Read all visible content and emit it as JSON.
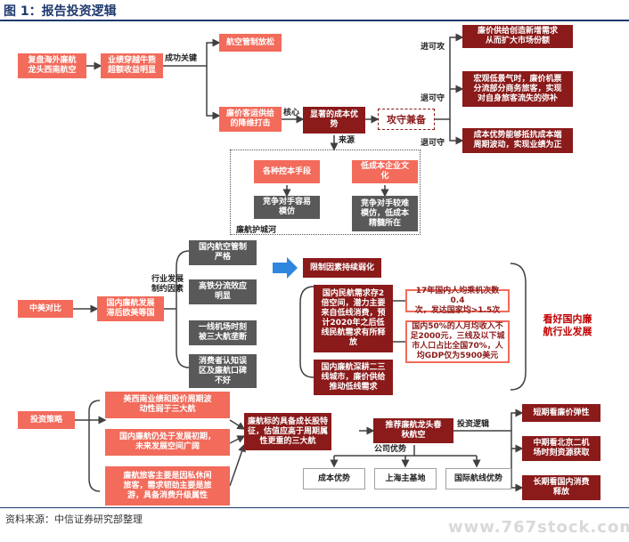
{
  "title": "图 1：报告投资逻辑",
  "source": "资料来源：中信证券研究部整理",
  "watermark": "www.767stock.com",
  "section1": {
    "start": "复盘海外廉航\n龙头西南航空",
    "surpass": "业绩穿越牛熊\n超额收益明显",
    "success_key": "成功关键",
    "aviation_relax": "航空管制放松",
    "low_price": "廉价客运供给\n的降维打击",
    "core": "核心",
    "cost_advantage": "显著的成本优\n势",
    "attack_defense": "攻守兼备",
    "source_label": "来源",
    "cost_means": "各种控本手段",
    "low_cost_culture": "低成本企业文\n化",
    "easy_imitate": "竞争对手容易\n模仿",
    "hard_imitate": "竞争对手较难\n模仿，低成本\n精髓所在",
    "moat": "廉航护城河",
    "attack_label": "进可攻",
    "retreat_label_1": "退可守",
    "retreat_label_2": "退可守",
    "outcome_1": "廉价供给创造新增需求\n从而扩大市场份额",
    "outcome_2": "宏观低景气时，廉价机票\n分流部分商务旅客，实现\n对自身旅客流失的弥补",
    "outcome_3": "成本优势能够抵抗成本端\n周期波动，实现业绩为正"
  },
  "section2": {
    "compare": "中美对比",
    "domestic_lag": "国内廉航发展\n滞后欧美等国",
    "restrict_label": "行业发展\n制约因素",
    "factors": [
      "国内航空管制\n严格",
      "高铁分流效应\n明显",
      "一线机场时刻\n被三大航垄断",
      "消费者认知误\n区及廉航口碑\n不好"
    ],
    "weakening": "限制因素持续弱化",
    "demand": "国内民航需求存2\n倍空间，潜力主要\n来自低线消费，预\n计2020年之后低\n线民航需求有所释\n放",
    "penetrate": "国内廉航深耕二三\n线城市，廉价供给\n推动低线需求",
    "stat_1": "17年国内人均乘机次数0.4\n次，发达国家均>1.5次",
    "stat_2": "国内50%的人月均收入不\n足2000元，三线及以下城\n市人口占比全国70%，人\n均GDP仅为5900美元",
    "conclusion": "看好国内廉\n航行业发展"
  },
  "section3": {
    "strategy": "投资策略",
    "point_1": "美西南业绩和股价周期波\n动性弱于三大航",
    "point_2": "国内廉航仍处于发展初期，\n未来发展空间广阔",
    "point_3": "廉航旅客主要是因私休闲\n旅客，需求韧劲主要是旅\n游，具备消费升级属性",
    "summary": "廉航标的具备成长股特\n征，估值应高于周期属\n性更重的三大航",
    "recommend": "推荐廉航龙头春\n秋航空",
    "logic_label": "投资逻辑",
    "company_label": "公司优势",
    "advantages": [
      "成本优势",
      "上海主基地",
      "国际航线优势"
    ],
    "horizons": [
      "短期看廉价弹性",
      "中期看北京二机\n场时刻资源获取",
      "长期看国内消费\n释放"
    ]
  },
  "colors": {
    "accent_red": "#f26b5b",
    "dark_red": "#8b1a1a",
    "gray": "#595959",
    "title_blue": "#1f3a6e",
    "arrow_blue": "#2e86de"
  }
}
